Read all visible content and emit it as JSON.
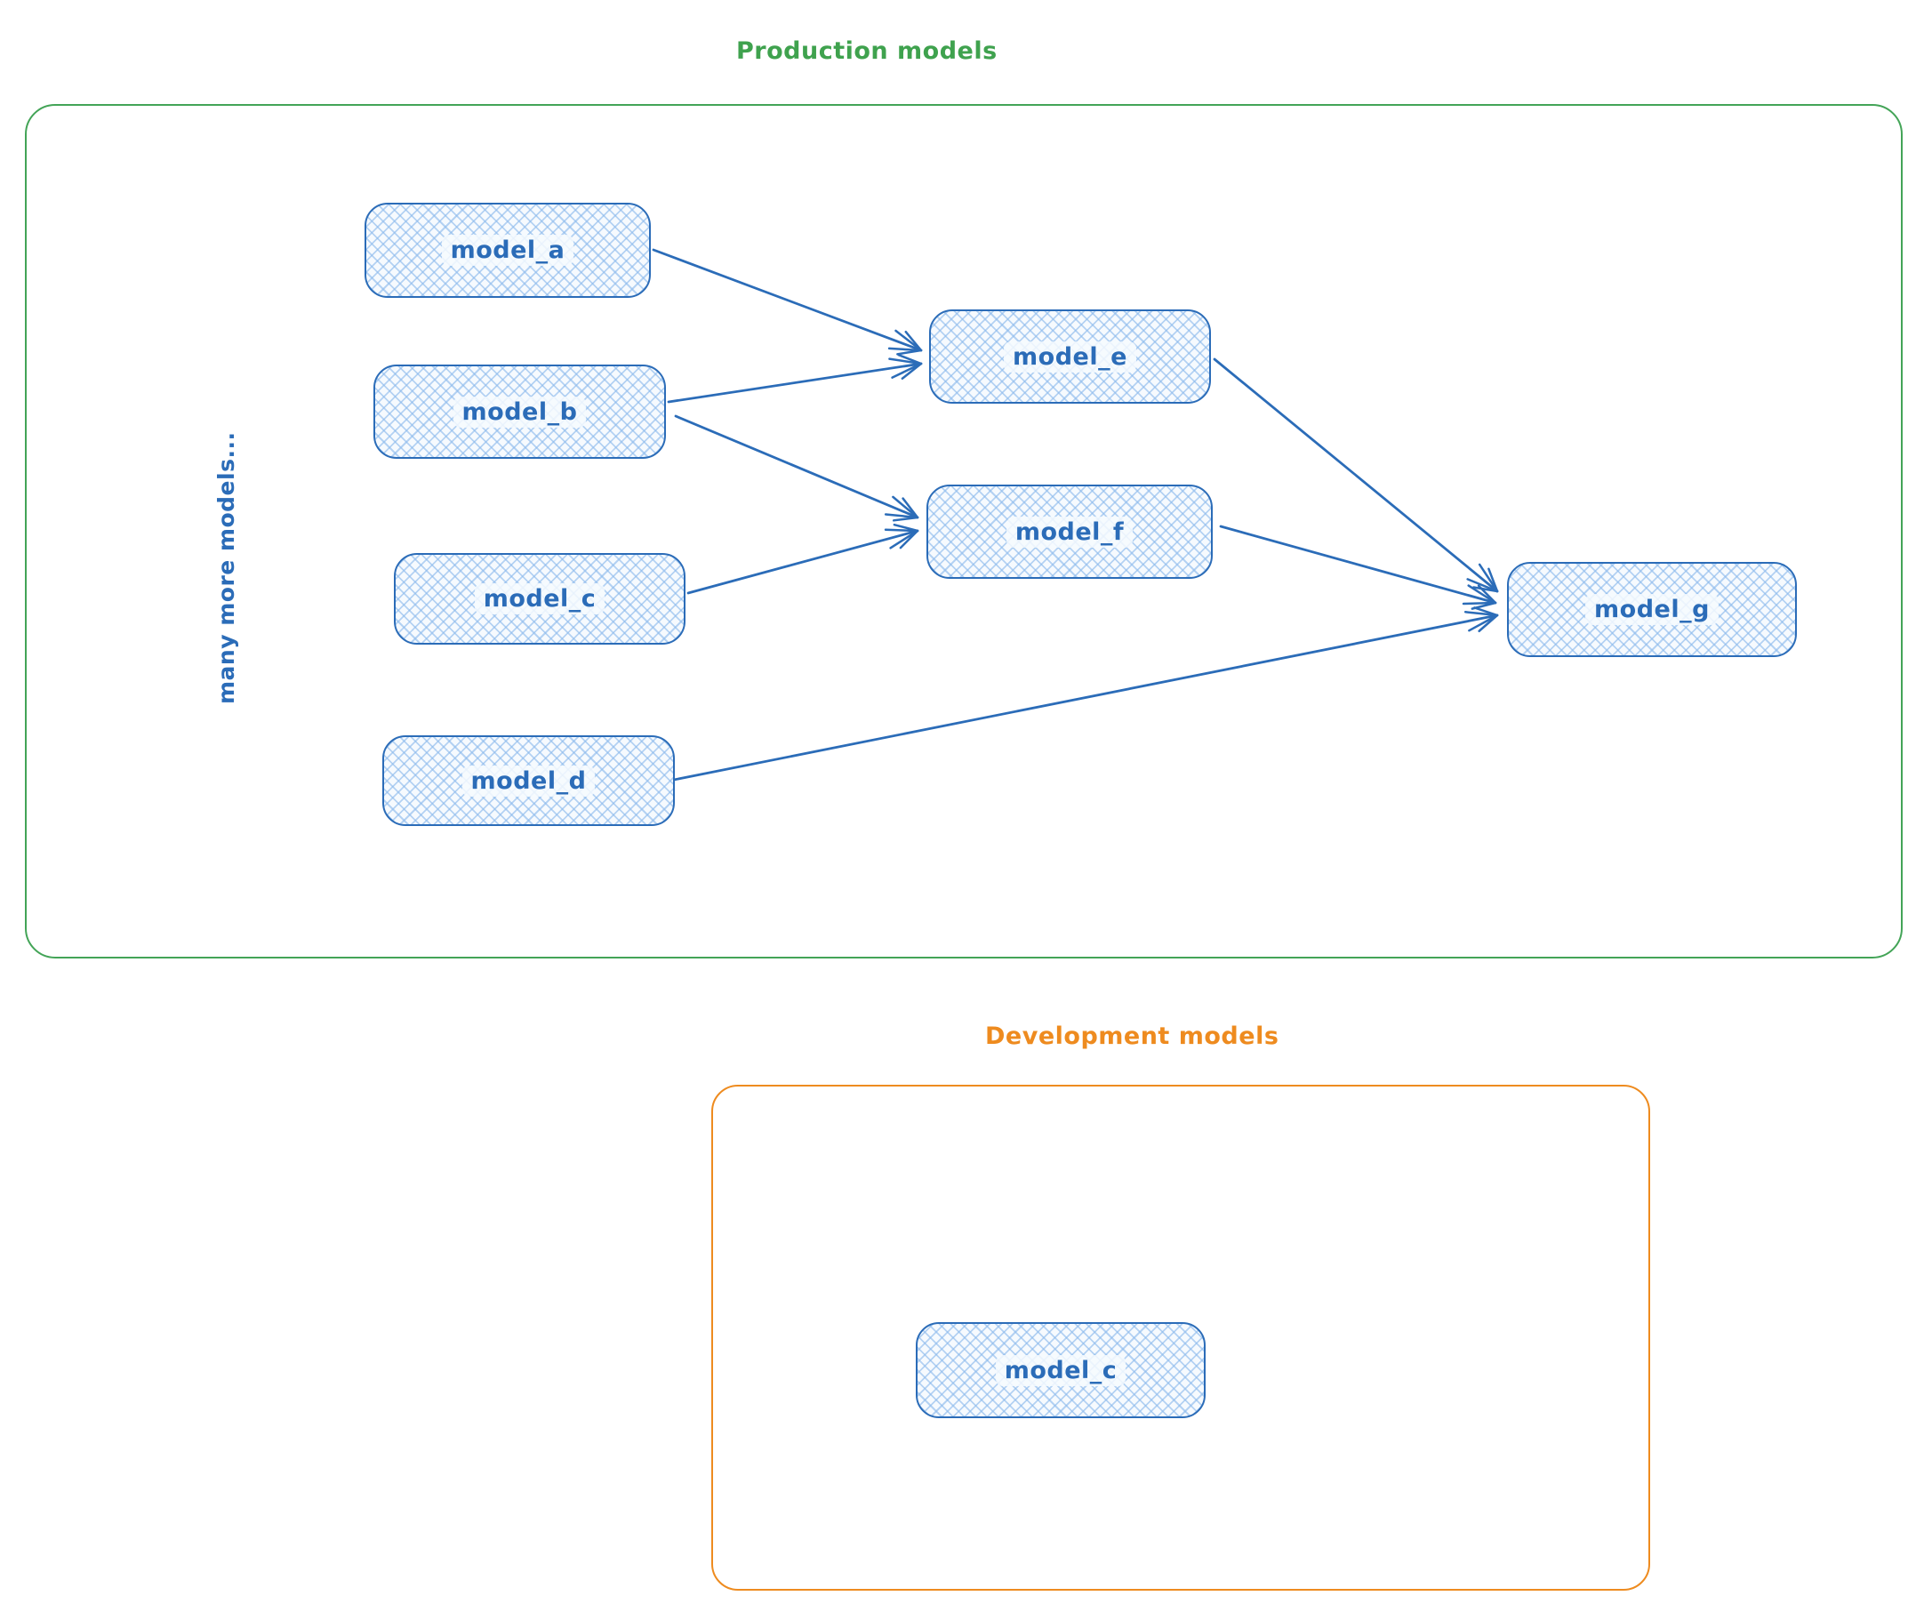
{
  "production": {
    "title": "Production models",
    "side_label": "many more models..."
  },
  "development": {
    "title": "Development models"
  },
  "nodes": {
    "model_a": {
      "label": "model_a"
    },
    "model_b": {
      "label": "model_b"
    },
    "model_c": {
      "label": "model_c"
    },
    "model_d": {
      "label": "model_d"
    },
    "model_e": {
      "label": "model_e"
    },
    "model_f": {
      "label": "model_f"
    },
    "model_g": {
      "label": "model_g"
    },
    "model_c_dev": {
      "label": "model_c"
    }
  },
  "edges": [
    {
      "from": "model_a",
      "to": "model_e"
    },
    {
      "from": "model_b",
      "to": "model_e"
    },
    {
      "from": "model_b",
      "to": "model_f"
    },
    {
      "from": "model_c",
      "to": "model_f"
    },
    {
      "from": "model_e",
      "to": "model_g"
    },
    {
      "from": "model_f",
      "to": "model_g"
    },
    {
      "from": "model_d",
      "to": "model_g"
    }
  ],
  "colors": {
    "production_border": "#43a457",
    "development_border": "#ee8b1f",
    "node_border": "#2b6cb8",
    "node_fill_hatch": "#a5d8ff",
    "arrow": "#2b6cb8",
    "production_title": "#3fa24e",
    "development_title": "#ee8b1f"
  }
}
